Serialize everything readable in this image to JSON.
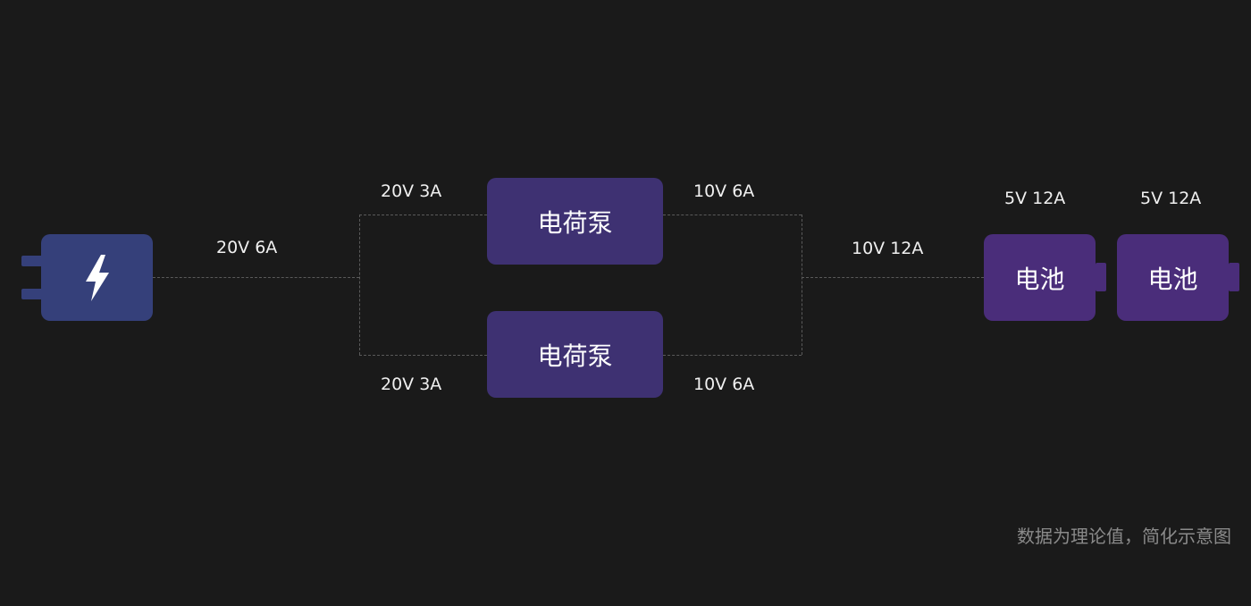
{
  "adapter": {
    "icon": "lightning-bolt-icon",
    "output_label": "20V 6A"
  },
  "charge_pumps": [
    {
      "label": "电荷泵",
      "input_label": "20V 3A",
      "output_label": "10V 6A"
    },
    {
      "label": "电荷泵",
      "input_label": "20V 3A",
      "output_label": "10V 6A"
    }
  ],
  "combined_output_label": "10V 12A",
  "batteries": [
    {
      "label": "电池",
      "spec_label": "5V 12A"
    },
    {
      "label": "电池",
      "spec_label": "5V 12A"
    }
  ],
  "footnote": "数据为理论值，简化示意图",
  "colors": {
    "background": "#1a1a1a",
    "adapter": "#35407a",
    "charge_pump": "#3e3172",
    "battery": "#4a2d7a",
    "wire": "#5a5a5a"
  }
}
